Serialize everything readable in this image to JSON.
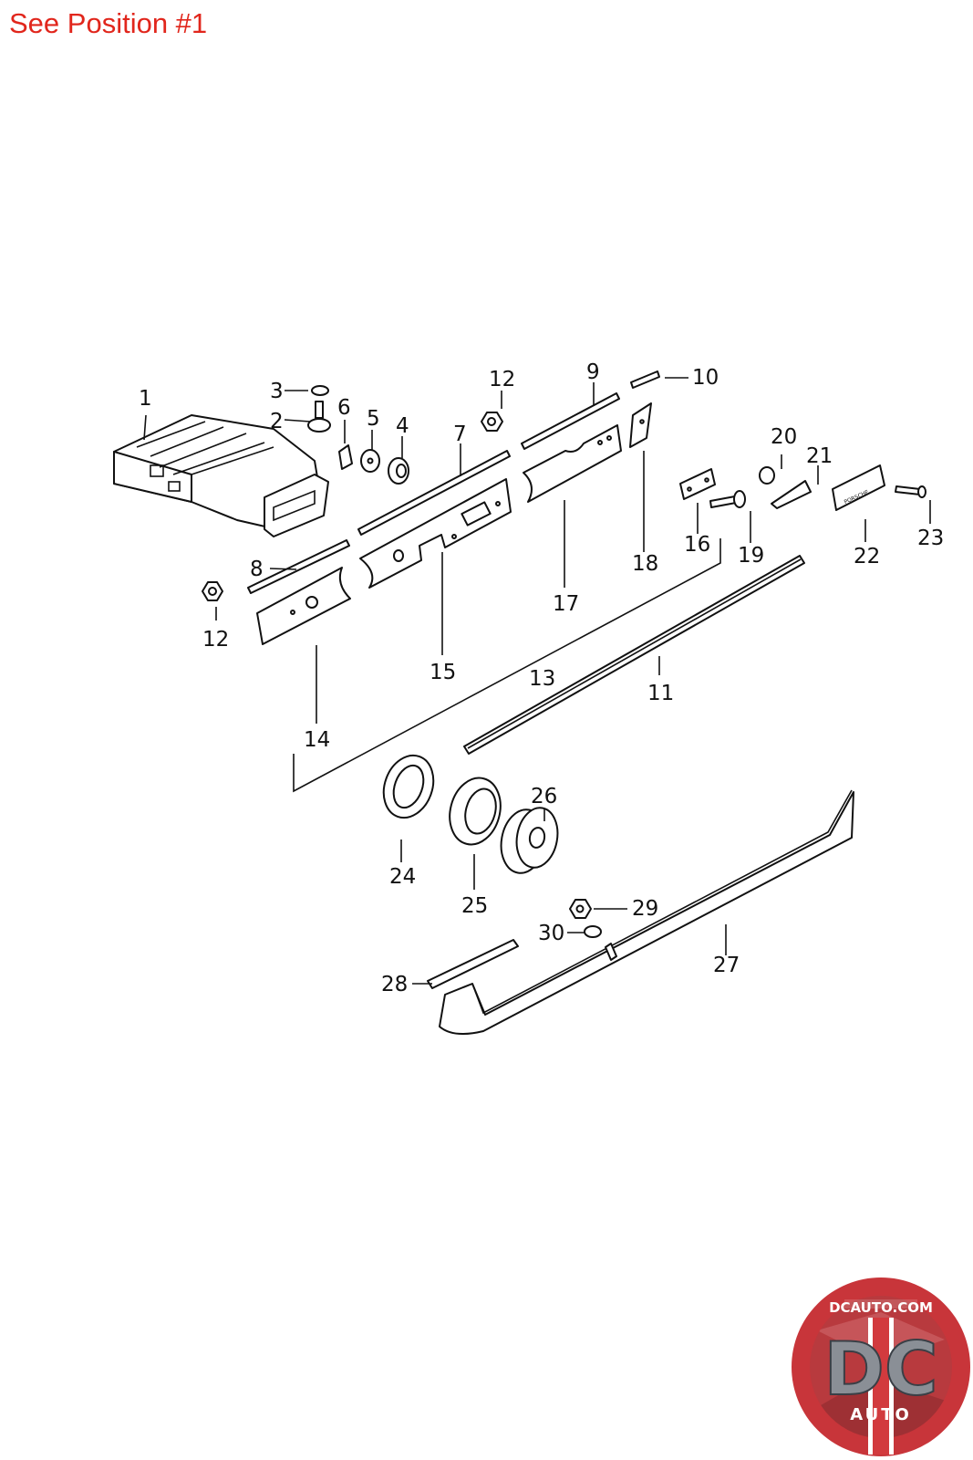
{
  "header": {
    "position_note": "See Position #1"
  },
  "diagram": {
    "callouts": [
      "1",
      "2",
      "3",
      "4",
      "5",
      "6",
      "7",
      "8",
      "9",
      "10",
      "11",
      "12",
      "12",
      "13",
      "14",
      "15",
      "16",
      "17",
      "18",
      "19",
      "20",
      "21",
      "22",
      "23",
      "24",
      "25",
      "26",
      "27",
      "28",
      "29",
      "30"
    ],
    "badge_text": "PORSCHE"
  },
  "logo": {
    "site": "DCAUTO.COM",
    "mark": "DC",
    "word": "AUTO",
    "colors": {
      "ring": "#c8353a",
      "inner": "#b83a3e",
      "letters": "#8a8f96",
      "stripe": "#ffffff"
    }
  },
  "colors": {
    "header_text": "#e1261c",
    "line": "#111111"
  }
}
